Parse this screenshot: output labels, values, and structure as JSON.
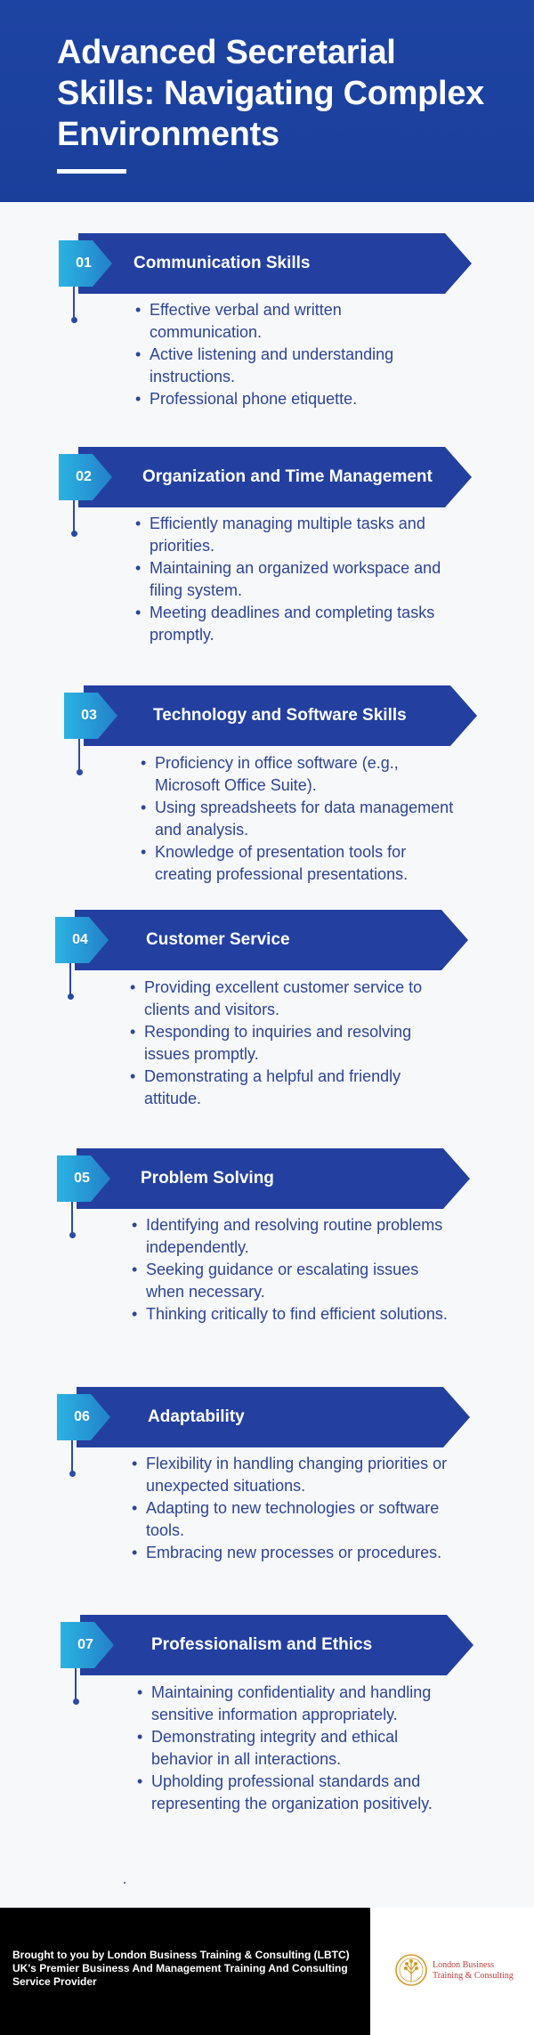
{
  "header": {
    "title": "Advanced Secretarial Skills: Navigating Complex Environments"
  },
  "colors": {
    "header_bg": "#1d43a1",
    "banner_dark": "#2340a0",
    "badge_light": "#29a6dc",
    "bullet_text": "#2c4596",
    "footer_bg": "#000000",
    "logo_red": "#c43a3a",
    "logo_gold": "#d39a2c"
  },
  "sections": [
    {
      "number": "01",
      "title": "Communication Skills",
      "items": [
        "Effective verbal and written communication.",
        "Active listening and understanding instructions.",
        "Professional phone etiquette."
      ]
    },
    {
      "number": "02",
      "title": "Organization and Time Management",
      "items": [
        "Efficiently managing multiple tasks and priorities.",
        "Maintaining an organized workspace and filing system.",
        "Meeting deadlines and completing tasks promptly."
      ]
    },
    {
      "number": "03",
      "title": "Technology and Software Skills",
      "items": [
        "Proficiency in office software (e.g., Microsoft Office Suite).",
        "Using spreadsheets for data management and analysis.",
        " Knowledge of presentation tools for creating professional presentations."
      ]
    },
    {
      "number": "04",
      "title": "Customer Service",
      "items": [
        "Providing excellent customer service to clients and visitors.",
        "Responding to inquiries and resolving issues promptly.",
        "Demonstrating a helpful and friendly attitude."
      ]
    },
    {
      "number": "05",
      "title": "Problem Solving",
      "items": [
        "Identifying and resolving routine problems independently.",
        "Seeking guidance or escalating issues when necessary.",
        "Thinking critically to find efficient solutions."
      ]
    },
    {
      "number": "06",
      "title": "Adaptability",
      "items": [
        "Flexibility in handling changing priorities or unexpected situations.",
        " Adapting to new technologies or software tools.",
        "Embracing new processes or procedures."
      ]
    },
    {
      "number": "07",
      "title": "Professionalism and Ethics",
      "items": [
        "Maintaining confidentiality and handling sensitive information appropriately.",
        "Demonstrating integrity and ethical behavior in all interactions.",
        "Upholding professional standards and representing the organization positively."
      ]
    }
  ],
  "footer": {
    "line1": "Brought to you by London Business Training & Consulting (LBTC)",
    "line2": "UK's Premier Business And Management Training And Consulting Service Provider",
    "logo_line1": "London Business",
    "logo_line2": "Training & Consulting",
    "logo_icon": "tree-of-life-icon"
  }
}
